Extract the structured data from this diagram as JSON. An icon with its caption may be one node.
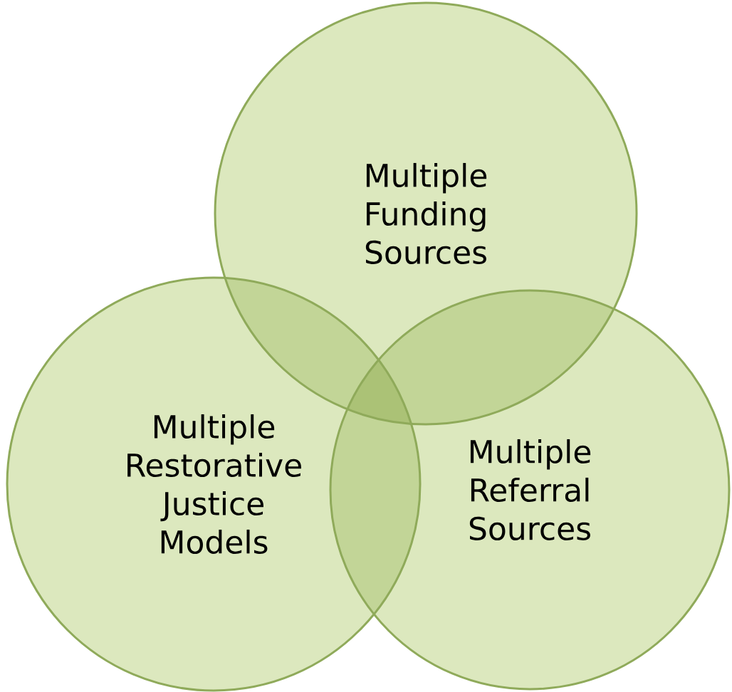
{
  "diagram": {
    "nodes": [
      {
        "text": [
          "Multiple Funding Sources"
        ]
      },
      {
        "text": [
          "Multiple Restorative Justice Models"
        ]
      },
      {
        "text": [
          "Multiple Referral Sources"
        ]
      }
    ]
  }
}
